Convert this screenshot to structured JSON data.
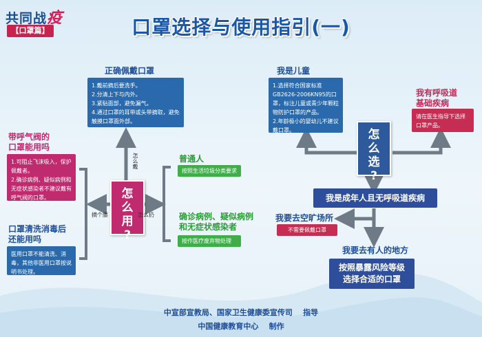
{
  "logo": {
    "title_main": "共同战",
    "title_accent": "疫",
    "tag": "【口罩篇】"
  },
  "title": "口罩选择与使用指引(一)",
  "left": {
    "center": {
      "char1": "怎",
      "char2": "么",
      "char3": "用",
      "char4": "?"
    },
    "arrow_up_label": "怎么戴",
    "arrow_left_label": "摘个腰",
    "arrow_right_label": "怎么扔",
    "wear": {
      "heading": "正确佩戴口罩",
      "lines": [
        "1.戴前摘后要洗手。",
        "2.分清上下与内外。",
        "3.紧贴面部，避免漏气。",
        "4.通过口罩的耳带或头带摘取，避免触摸口罩面外部。"
      ]
    },
    "valve": {
      "heading_line1": "带呼气阀的",
      "heading_line2": "口罩能用吗",
      "lines": [
        "1.可阻止飞沫吸入，保护佩戴者。",
        "2.确诊病例、疑似病例和无症状感染者不建议戴有呼气阀的口罩。"
      ]
    },
    "clean": {
      "heading_line1": "口罩清洗消毒后",
      "heading_line2": "还能用吗",
      "lines": [
        "医用口罩不能清洗、消毒，其他非医用口罩按说明书处理。"
      ]
    },
    "ordinary": {
      "heading": "普通人",
      "text": "按照生活垃圾分类要求"
    },
    "patients": {
      "heading_line1": "确诊病例、疑似病例",
      "heading_line2": "和无症状感染者",
      "text": "按作医疗废弃物处理"
    }
  },
  "right": {
    "center": {
      "char1": "怎",
      "char2": "么",
      "char3": "选",
      "char4": "?"
    },
    "child": {
      "heading": "我是儿童",
      "lines": [
        "1.选择符合国家标准GB2626-2006KN95的口罩，标注儿童或青少年颗粒物防护口罩的产品。",
        "2.年龄极小的婴幼儿不建议戴口罩。"
      ]
    },
    "respiratory": {
      "heading_line1": "我有呼吸道",
      "heading_line2": "基础疾病",
      "text": "请在医生指导下选择口罩产品。"
    },
    "adult": {
      "text": "我是成年人且无呼吸道疾病"
    },
    "open_space": {
      "heading": "我要去空旷场所",
      "text": "不需要佩戴口罩"
    },
    "crowded": {
      "heading": "我要去有人的地方",
      "text_line1": "按照暴露风险等级",
      "text_line2": "选择合适的口罩"
    }
  },
  "footer": {
    "line1_org": "中宣部宣教局、国家卫生健康委宣传司",
    "line1_role": "指导",
    "line2_org": "中国健康教育中心",
    "line2_role": "制作"
  },
  "colors": {
    "blue": "#2a6aac",
    "pink": "#c02a6e",
    "green": "#3fae49",
    "navy": "#2e4d9a",
    "arrow": "#6e7a86"
  }
}
